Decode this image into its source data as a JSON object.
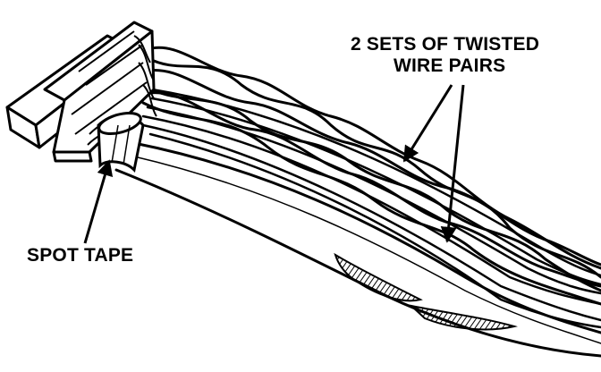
{
  "labels": {
    "twisted_line1": "2 SETS OF TWISTED",
    "twisted_line2": "WIRE PAIRS",
    "spot_tape": "SPOT TAPE"
  },
  "colors": {
    "ink": "#000000",
    "paper": "#ffffff"
  }
}
